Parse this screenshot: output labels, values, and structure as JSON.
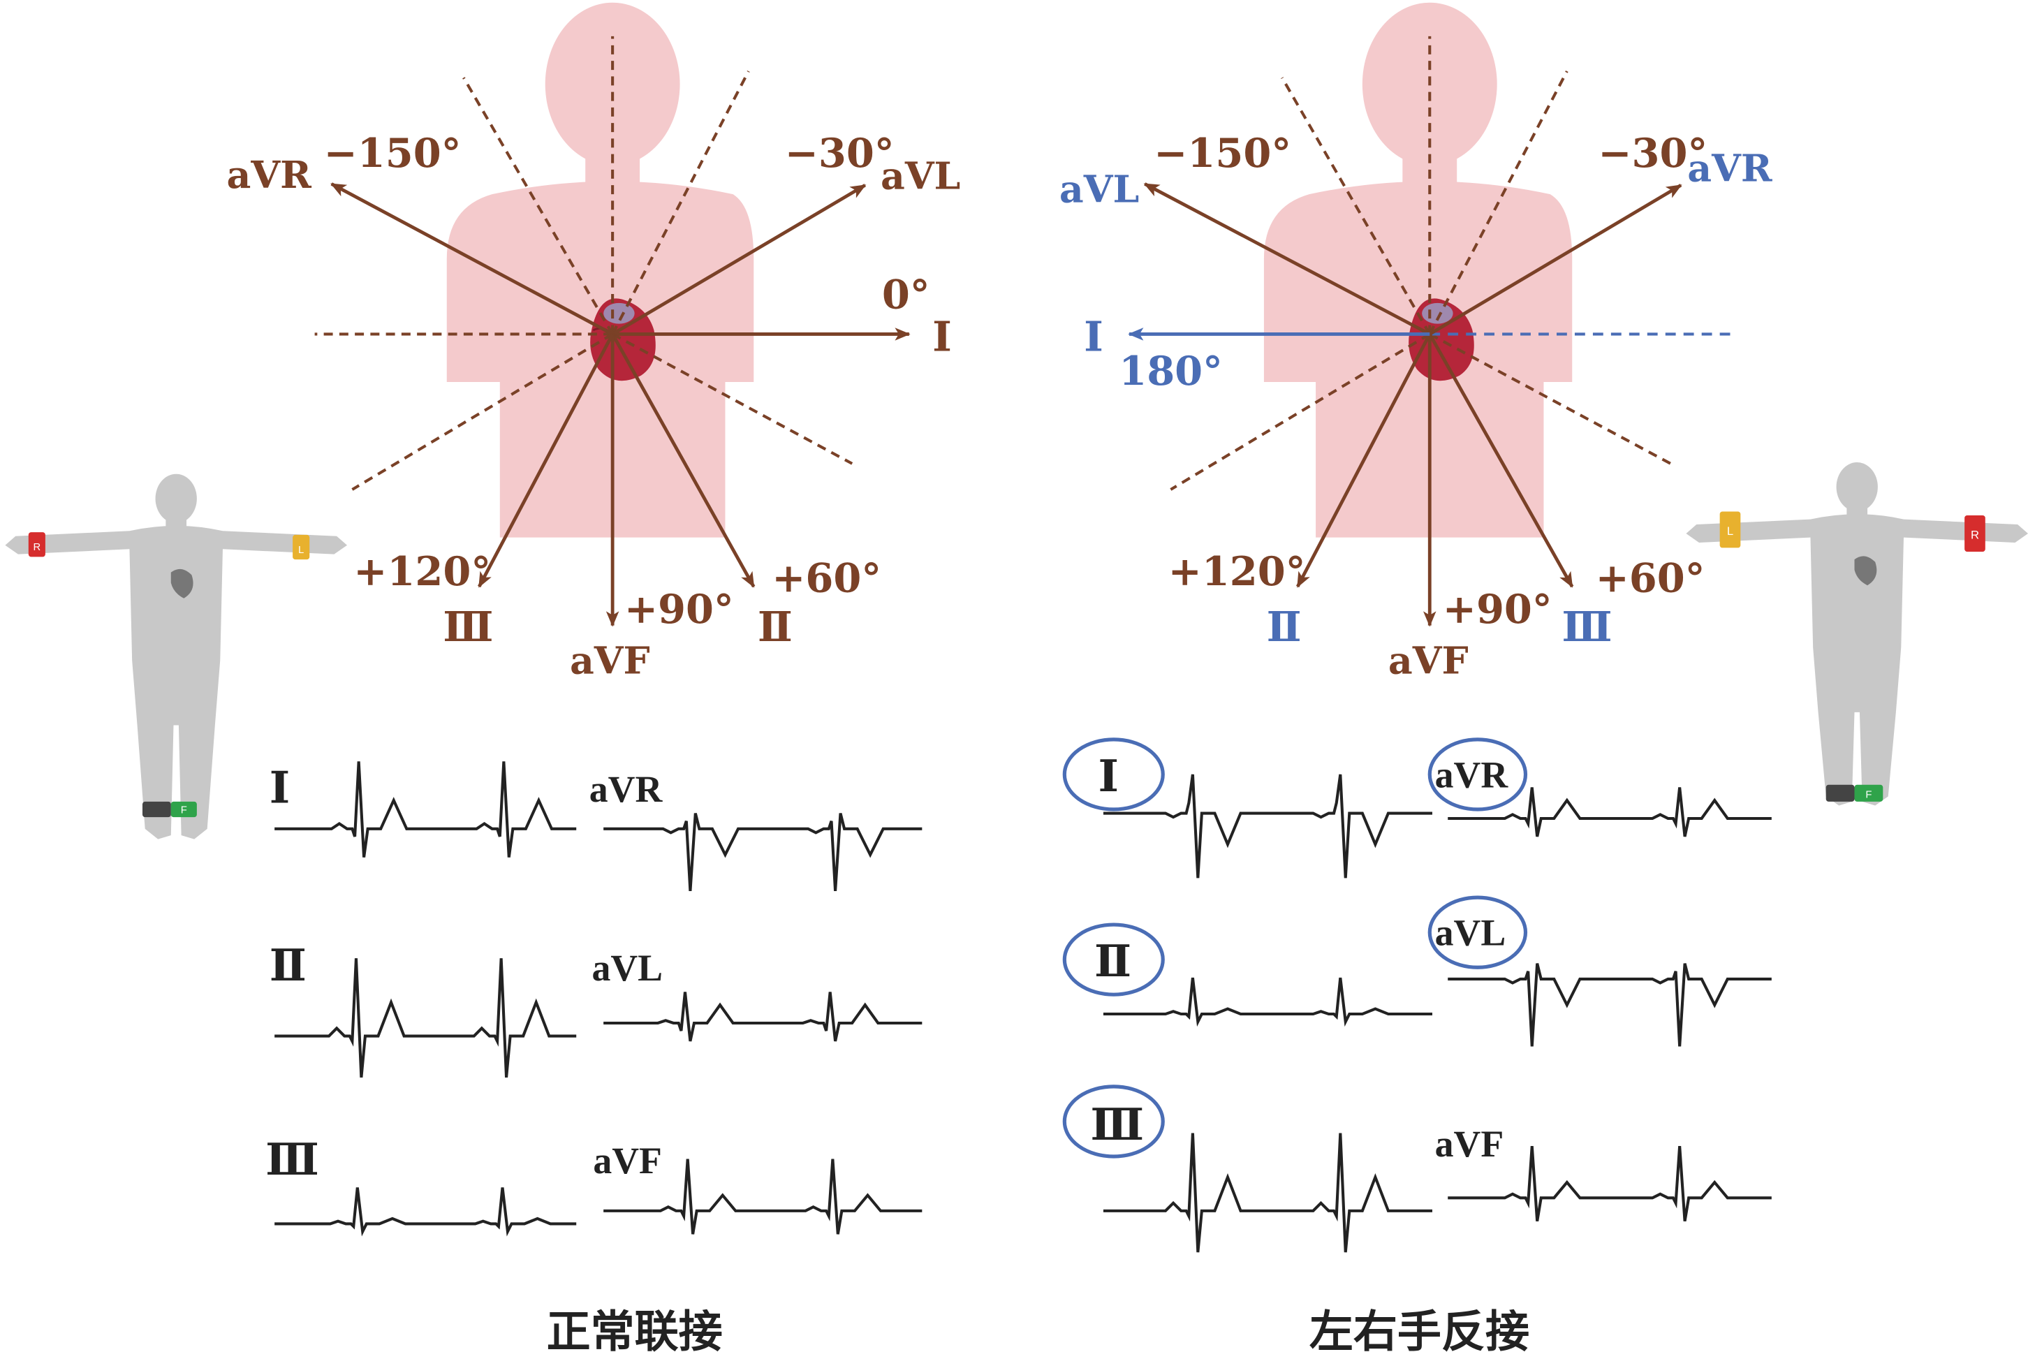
{
  "colors": {
    "axis": "#7a4127",
    "swapped": "#4a6db5",
    "trace": "#222222",
    "body": "#f4cacc",
    "figure": "#c8c8c8",
    "heart": "#b5263a",
    "electrode_r": "#d62d2d",
    "electrode_l": "#e8b12e",
    "electrode_f": "#2fa34a",
    "electrode_n": "#444444"
  },
  "normal": {
    "caption": "正常联接",
    "axes": {
      "I": {
        "name": "I",
        "angle": "0°"
      },
      "II": {
        "name": "Ⅱ",
        "angle": "+60°"
      },
      "III": {
        "name": "Ⅲ",
        "angle": "+120°"
      },
      "aVR": {
        "name": "aVR",
        "angle": "−150°"
      },
      "aVL": {
        "name": "aVL",
        "angle": "−30°"
      },
      "aVF": {
        "name": "aVF",
        "angle": "+90°"
      }
    },
    "electrodes": {
      "right": "R",
      "left": "L",
      "foot": "F"
    },
    "traces": {
      "I": "Ⅰ",
      "II": "Ⅱ",
      "III": "Ⅲ",
      "aVR": "aVR",
      "aVL": "aVL",
      "aVF": "aVF"
    }
  },
  "swapped": {
    "caption": "左右手反接",
    "axes": {
      "I": {
        "name": "I",
        "angle": "180°"
      },
      "II": {
        "name": "Ⅱ",
        "angle": "+120°"
      },
      "III": {
        "name": "Ⅲ",
        "angle": "+60°"
      },
      "aVL": {
        "name": "aVL",
        "angle": "−150°"
      },
      "aVR": {
        "name": "aVR",
        "angle": "−30°"
      },
      "aVF": {
        "name": "aVF",
        "angle": "+90°"
      }
    },
    "electrodes": {
      "right": "R",
      "left": "L",
      "foot": "F"
    },
    "traces": {
      "I": "Ⅰ",
      "II": "Ⅱ",
      "III": "Ⅲ",
      "aVR": "aVR",
      "aVL": "aVL",
      "aVF": "aVF"
    }
  }
}
